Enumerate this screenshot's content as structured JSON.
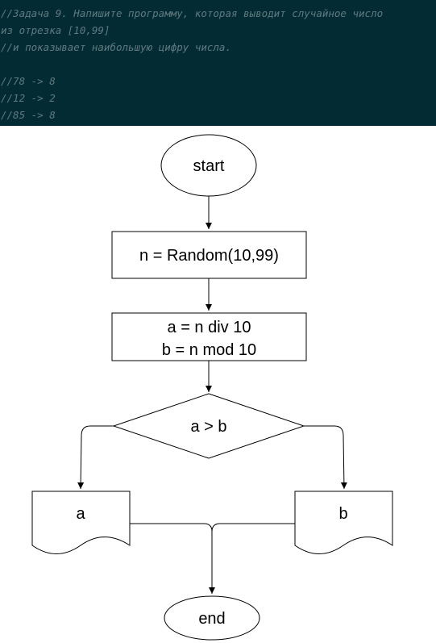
{
  "code_comment": {
    "lines": [
      "//Задача 9. Напишите программу, которая выводит случайное число",
      "из отрезка [10,99]",
      "//и показывает наибольшую цифру числа.",
      "",
      "//78 -> 8",
      "//12 -> 2",
      "//85 -> 8"
    ]
  },
  "flowchart": {
    "start_label": "start",
    "random_label": "n = Random(10,99)",
    "split_line1": "a = n div 10",
    "split_line2": "b = n mod 10",
    "condition_label": "a > b",
    "output_a_label": "a",
    "output_b_label": "b",
    "end_label": "end"
  },
  "colors": {
    "code_background": "#032b33",
    "code_text": "#5f7a80"
  }
}
